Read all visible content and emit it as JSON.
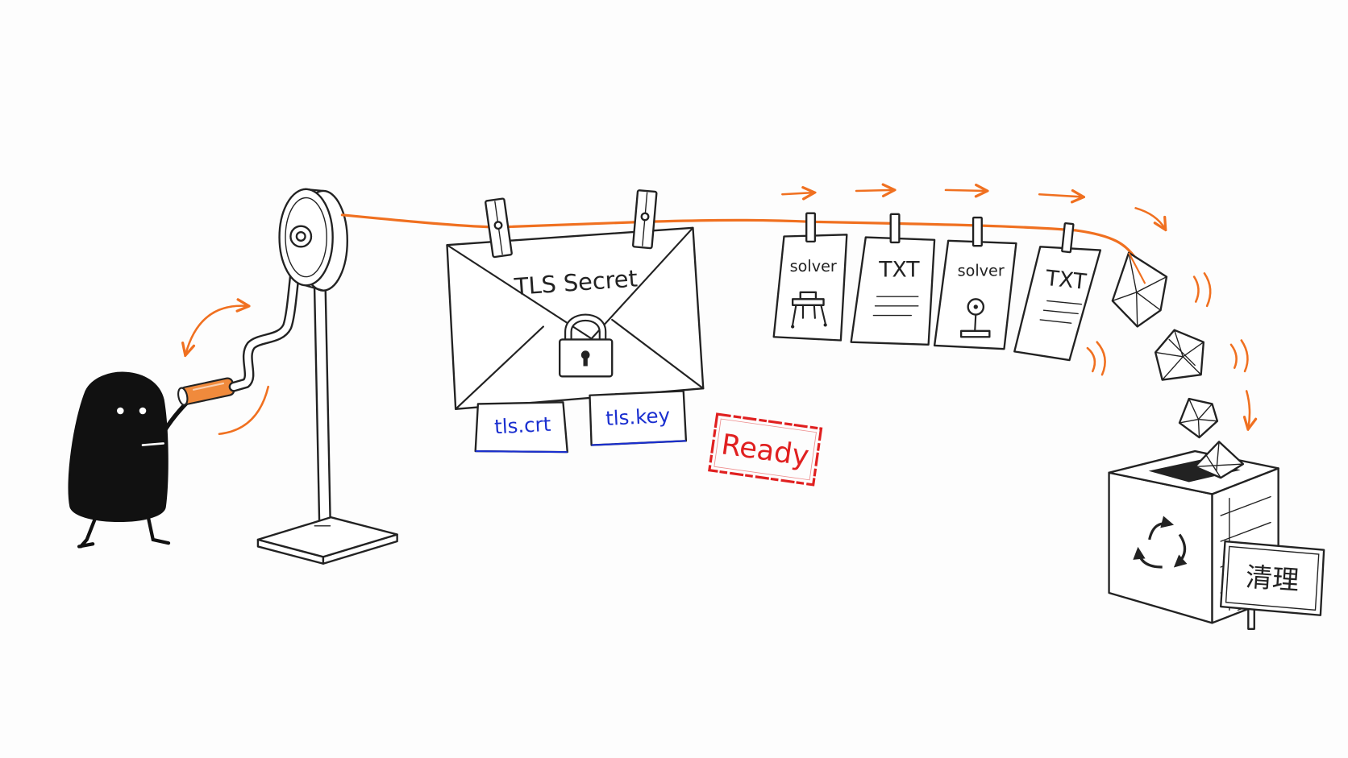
{
  "envelope": {
    "title": "TLS Secret",
    "attachments": [
      "tls.crt",
      "tls.key"
    ],
    "icon": "padlock-icon"
  },
  "status_stamp": "Ready",
  "pages": [
    {
      "label": "solver",
      "icon": "pod-icon"
    },
    {
      "label": "TXT",
      "icon": "text-lines-icon"
    },
    {
      "label": "solver",
      "icon": "service-icon"
    },
    {
      "label": "TXT",
      "icon": "text-lines-icon"
    }
  ],
  "bin": {
    "sign": "清理",
    "icon": "recycle-icon"
  },
  "colors": {
    "rope": "#f07020",
    "ink": "#222222",
    "stamp": "#e02020",
    "attachment_text": "#1a2fd0",
    "background": "#fdfdfd"
  }
}
